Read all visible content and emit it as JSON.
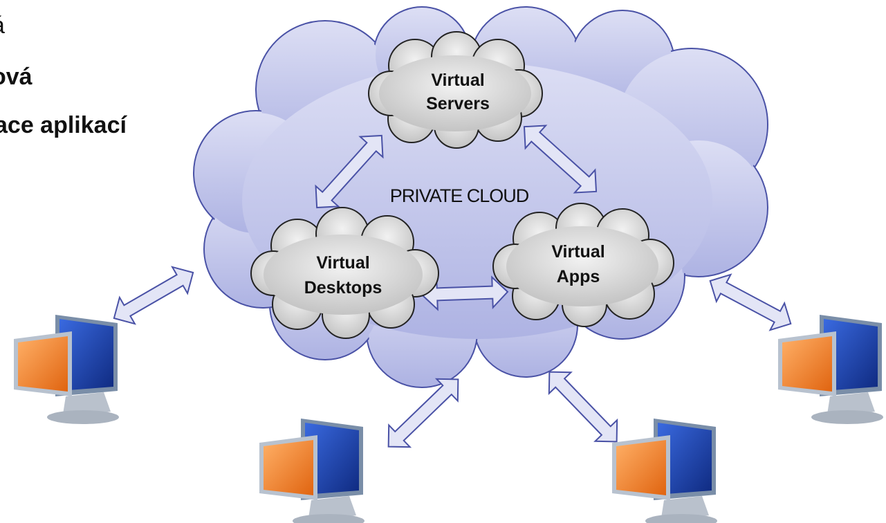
{
  "text_lines": [
    "á",
    "ová",
    "ace aplikací"
  ],
  "main_cloud": {
    "label": "PRIVATE CLOUD"
  },
  "sub_clouds": {
    "servers": [
      "Virtual",
      "Servers"
    ],
    "desktops": [
      "Virtual",
      "Desktops"
    ],
    "apps": [
      "Virtual",
      "Apps"
    ]
  },
  "colors": {
    "main_cloud_fill": "#c3c6ec",
    "main_cloud_stroke": "#4a52a6",
    "sub_cloud_fill": "#d9d9d9",
    "sub_cloud_stroke": "#222222",
    "arrow_fill": "#e3e5f6",
    "arrow_stroke": "#4a52a6",
    "monitor_screen": "#f07a1a",
    "monitor_back": "#1a3fa8"
  },
  "icons": [
    "double-arrow-icon",
    "monitor-icon"
  ]
}
